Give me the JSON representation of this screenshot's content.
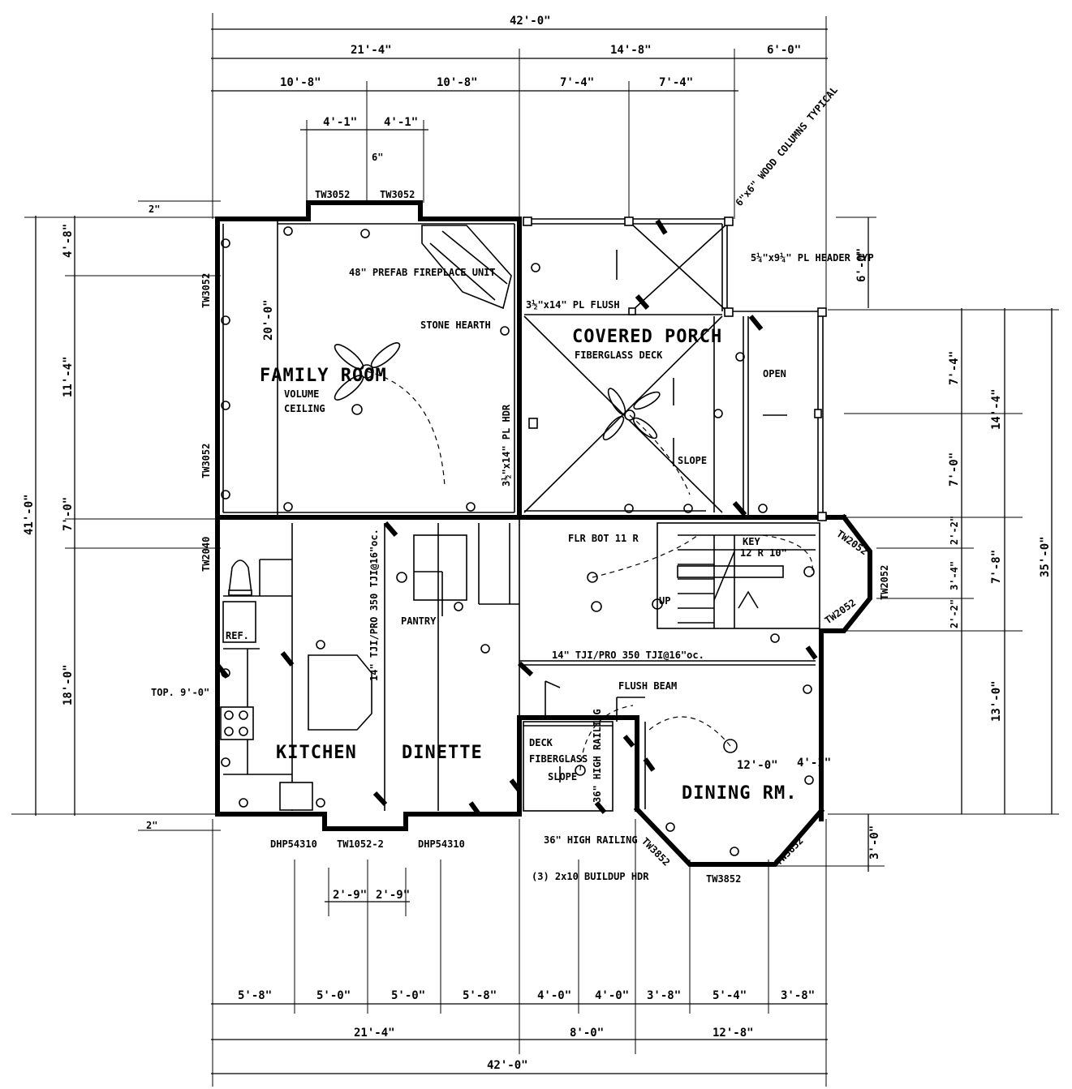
{
  "dimensions": {
    "top": {
      "overall": "42'-0\"",
      "second_row": [
        "21'-4\"",
        "14'-8\"",
        "6'-0\""
      ],
      "third_row": [
        "10'-8\"",
        "10'-8\"",
        "7'-4\"",
        "7'-4\""
      ],
      "bay": [
        "4'-1\"",
        "4'-1\""
      ],
      "bay_depth": "6\"",
      "offset": "2\""
    },
    "bottom": {
      "overall": "42'-0\"",
      "second_row": [
        "21'-4\"",
        "8'-0\"",
        "12'-8\""
      ],
      "first_row": [
        "5'-8\"",
        "5'-0\"",
        "5'-0\"",
        "5'-8\"",
        "4'-0\"",
        "4'-0\"",
        "3'-8\"",
        "5'-4\"",
        "3'-8\""
      ],
      "kitchen_window": [
        "2'-9\"",
        "2'-9\""
      ],
      "offset": "2\""
    },
    "left": {
      "overall": "41'-0\"",
      "segments": [
        "4'-8\"",
        "11'-4\"",
        "7'-0\"",
        "18'-0\""
      ]
    },
    "right": {
      "overall": "35'-0\"",
      "porch": "6'-0\"",
      "segments": [
        "7'-4\"",
        "7'-0\"",
        "2'-2\"",
        "3'-4\"",
        "2'-2\"",
        "13'-0\"",
        "3'-0\""
      ],
      "mid": [
        "14'-4\"",
        "7'-8\""
      ]
    }
  },
  "rooms": {
    "family": {
      "name": "FAMILY ROOM",
      "note1": "VOLUME",
      "note2": "CEILING",
      "dim": "20'-0\""
    },
    "porch": {
      "name": "COVERED PORCH",
      "sub": "FIBERGLASS DECK",
      "slope": "SLOPE"
    },
    "kitchen": {
      "name": "KITCHEN",
      "ref": "REF.",
      "top": "TOP. 9'-0\""
    },
    "dinette": {
      "name": "DINETTE",
      "pantry": "PANTRY"
    },
    "dining": {
      "name": "DINING RM.",
      "dim": "12'-0\"",
      "dim2": "4'-1\""
    },
    "deck": {
      "name": "DECK",
      "sub": "FIBERGLASS",
      "slope": "SLOPE"
    }
  },
  "notes": {
    "fireplace": "48\" PREFAB FIREPLACE UNIT",
    "hearth": "STONE HEARTH",
    "beam1": "3½\"x14\" PL HDR",
    "beam2": "3½\"x14\" PL FLUSH",
    "joist1": "14\" TJI/PRO 350 TJI@16\"oc.",
    "joist2": "14\" TJI/PRO 350 TJI@16\"oc.",
    "flush1": "FLUSH BEAM",
    "railing1": "36\" HIGH RAILING",
    "railing2": "36\" HIGH RAILING",
    "header": "(3) 2x10 BUILDUP HDR",
    "column": "6\"x6\" WOOD COLUMNS TYPICAL",
    "plyhdr": "5¼\"x9¼\" PL HEADER TYP",
    "floor": "FLR BOT 11 R",
    "key": "KEY",
    "key2": "12 R 10\"",
    "up": "UP",
    "open": "OPEN"
  },
  "windows": {
    "w1": "TW3052",
    "w2": "TW3052",
    "w3": "TW3052",
    "w4": "TW3052",
    "w5": "TW2040",
    "w6": "TW2052",
    "w7": "TW2052",
    "w8": "TW2052",
    "w9": "TW3852",
    "w10": "TW3852",
    "w11": "TW3852",
    "w12": "DHP54310",
    "w13": "TW1052-2",
    "w14": "DHP54310"
  }
}
